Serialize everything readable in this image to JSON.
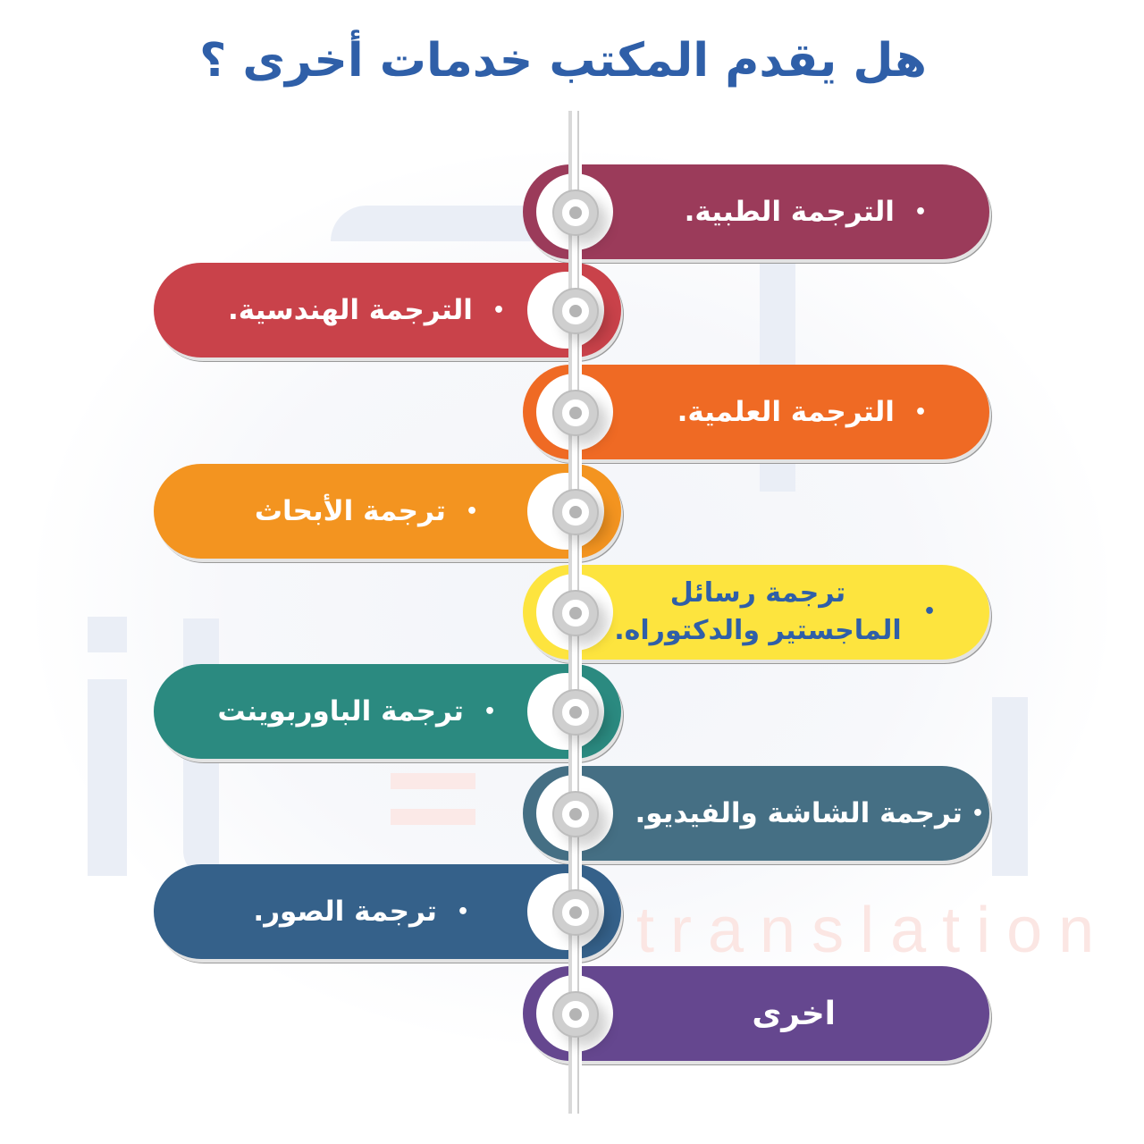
{
  "title": "هل يقدم المكتب خدمات أخرى ؟",
  "watermark": {
    "text": "translation"
  },
  "colors": {
    "title": "#2f5fa8",
    "medical": "#9b3b5a",
    "engineering": "#c9424a",
    "scientific": "#ef6a24",
    "research": "#f39420",
    "thesis": "#fde43e",
    "thesis_text": "#2f5fa8",
    "powerpoint": "#2b8a80",
    "video": "#456f84",
    "images": "#35618a",
    "other": "#65478f"
  },
  "items": [
    {
      "label": "الترجمة الطبية.",
      "bullet": "•",
      "side": "right"
    },
    {
      "label": "الترجمة الهندسية.",
      "bullet": "•",
      "side": "left"
    },
    {
      "label": "الترجمة العلمية.",
      "bullet": "•",
      "side": "right"
    },
    {
      "label": "ترجمة الأبحاث",
      "bullet": "•",
      "side": "left"
    },
    {
      "label": "ترجمة رسائل الماجستير والدكتوراه.",
      "bullet": "•",
      "side": "right"
    },
    {
      "label": "ترجمة الباوربوينت",
      "bullet": "•",
      "side": "left"
    },
    {
      "label": "ترجمة الشاشة والفيديو.",
      "bullet": "•",
      "side": "right"
    },
    {
      "label": "ترجمة الصور.",
      "bullet": "•",
      "side": "left"
    },
    {
      "label": "اخرى",
      "bullet": "",
      "side": "right"
    }
  ]
}
